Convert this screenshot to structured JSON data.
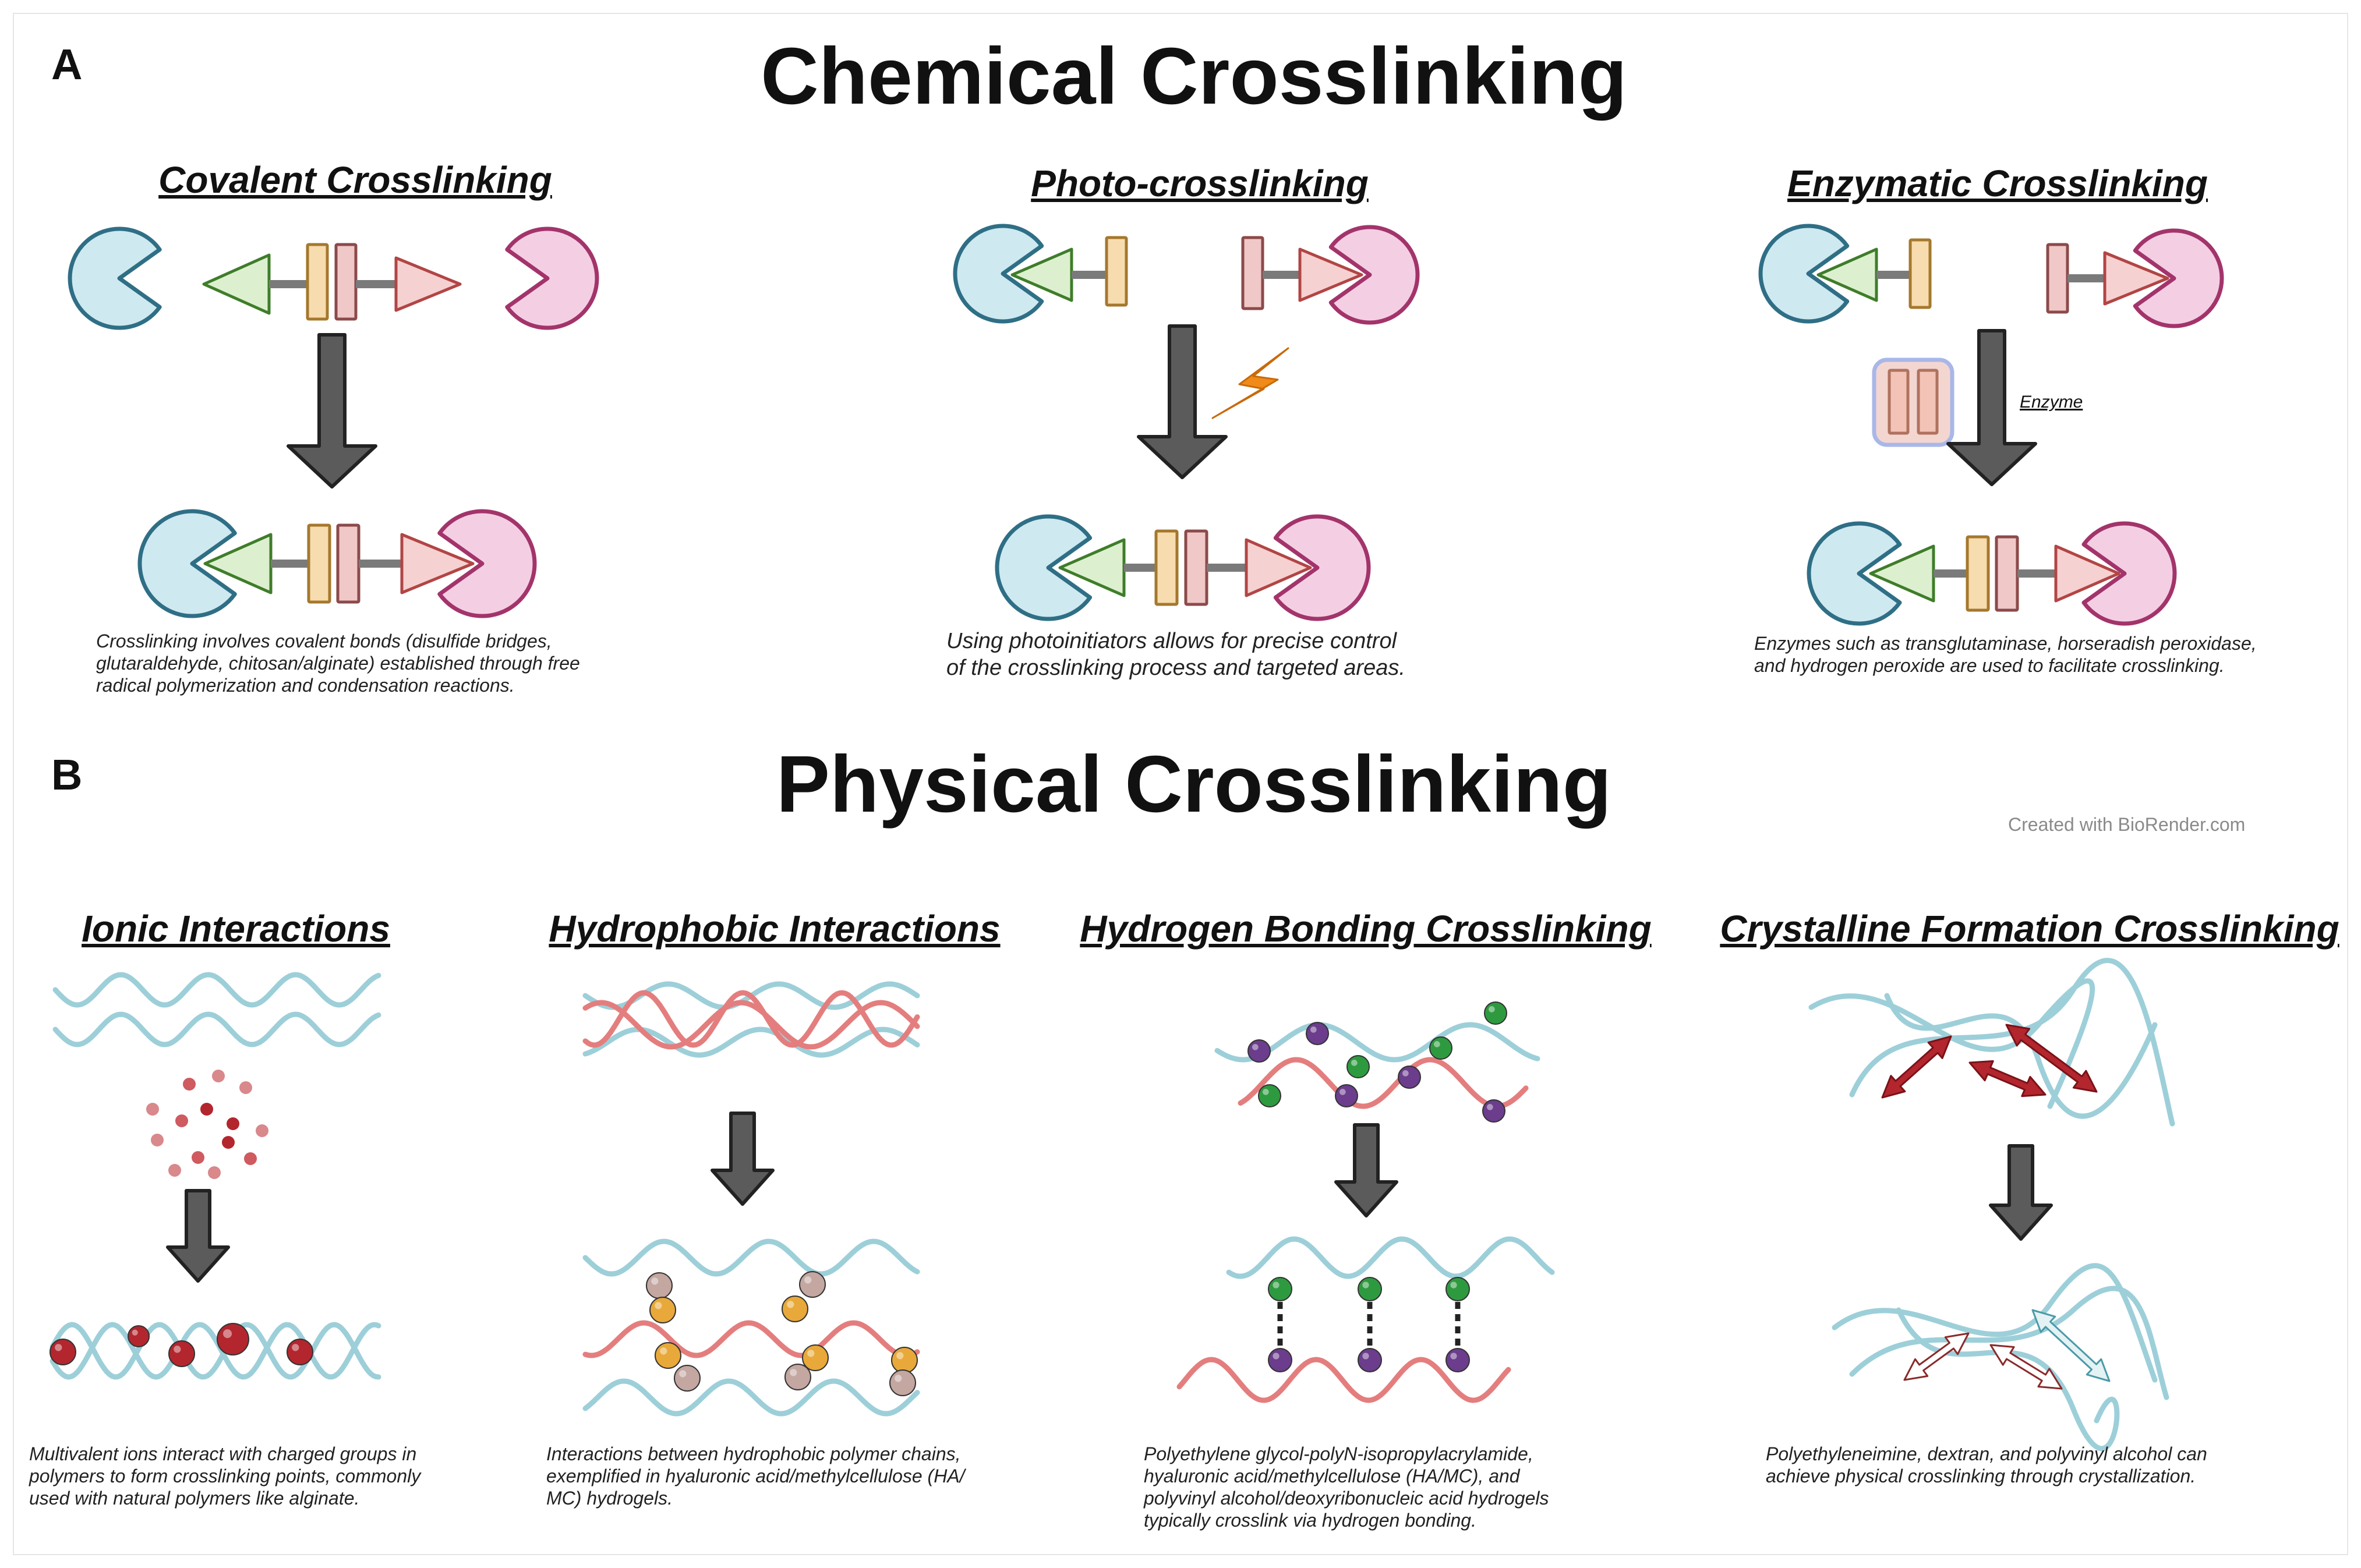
{
  "panel_a": {
    "letter": "A",
    "title": "Chemical Crosslinking",
    "covalent": {
      "title": "Covalent Crosslinking",
      "caption_lines": [
        "Crosslinking involves covalent bonds (disulfide bridges,",
        "glutaraldehyde, chitosan/alginate) established through free",
        "radical polymerization and condensation reactions."
      ]
    },
    "photo": {
      "title": "Photo-crosslinking",
      "caption_lines": [
        "Using photoinitiators allows for precise control",
        "of the crosslinking process and targeted areas."
      ]
    },
    "enzymatic": {
      "title": "Enzymatic Crosslinking",
      "enzyme_label": "Enzyme",
      "caption_lines": [
        "Enzymes such as transglutaminase, horseradish peroxidase,",
        "and hydrogen peroxide are used to facilitate crosslinking."
      ]
    }
  },
  "panel_b": {
    "letter": "B",
    "title": "Physical Crosslinking",
    "watermark": "Created with BioRender.com",
    "ionic": {
      "title": "Ionic Interactions",
      "caption_lines": [
        "Multivalent ions interact with charged groups in",
        "polymers to form crosslinking points, commonly",
        "used with natural polymers like alginate."
      ]
    },
    "hydrophobic": {
      "title": "Hydrophobic Interactions",
      "caption_lines": [
        "Interactions between hydrophobic polymer chains,",
        "exemplified in hyaluronic acid/methylcellulose (HA/",
        "MC) hydrogels."
      ]
    },
    "hydrogen": {
      "title": "Hydrogen Bonding Crosslinking",
      "caption_lines": [
        "Polyethylene glycol-polyN-isopropylacrylamide,",
        "hyaluronic acid/methylcellulose (HA/MC), and",
        "polyvinyl alcohol/deoxyribonucleic acid hydrogels",
        "typically crosslink via hydrogen bonding."
      ]
    },
    "crystalline": {
      "title": "Crystalline Formation Crosslinking",
      "caption_lines": [
        "Polyethyleneimine, dextran, and polyvinyl alcohol can",
        "achieve physical crosslinking through crystallization."
      ]
    }
  },
  "colors": {
    "blue_fill": "#cfe9f1",
    "blue_stroke": "#2f6f86",
    "pink_fill": "#f4cfe3",
    "pink_stroke": "#a3346b",
    "green_fill": "#dcf0cf",
    "green_stroke": "#3f7d2a",
    "yellow_fill": "#f6dcae",
    "yellow_stroke": "#a5782d",
    "rose_fill": "#f0c8c8",
    "rose_stroke": "#8c4a4a",
    "salmon_fill": "#f6d1d1",
    "salmon_stroke": "#b24545",
    "arrow_fill": "#5b5b5b",
    "polymer_blue": "#9dcfd9",
    "polymer_red": "#e47e7e",
    "ion_red": "#b3262e",
    "ion_light": "#d9888b",
    "hydro_gold": "#e8a93a",
    "hydro_taupe": "#c3a7a0",
    "hbond_green": "#2e9a3f",
    "hbond_purple": "#6b3d8c",
    "lightning": "#f08a18",
    "dark_red": "#b3262e"
  }
}
